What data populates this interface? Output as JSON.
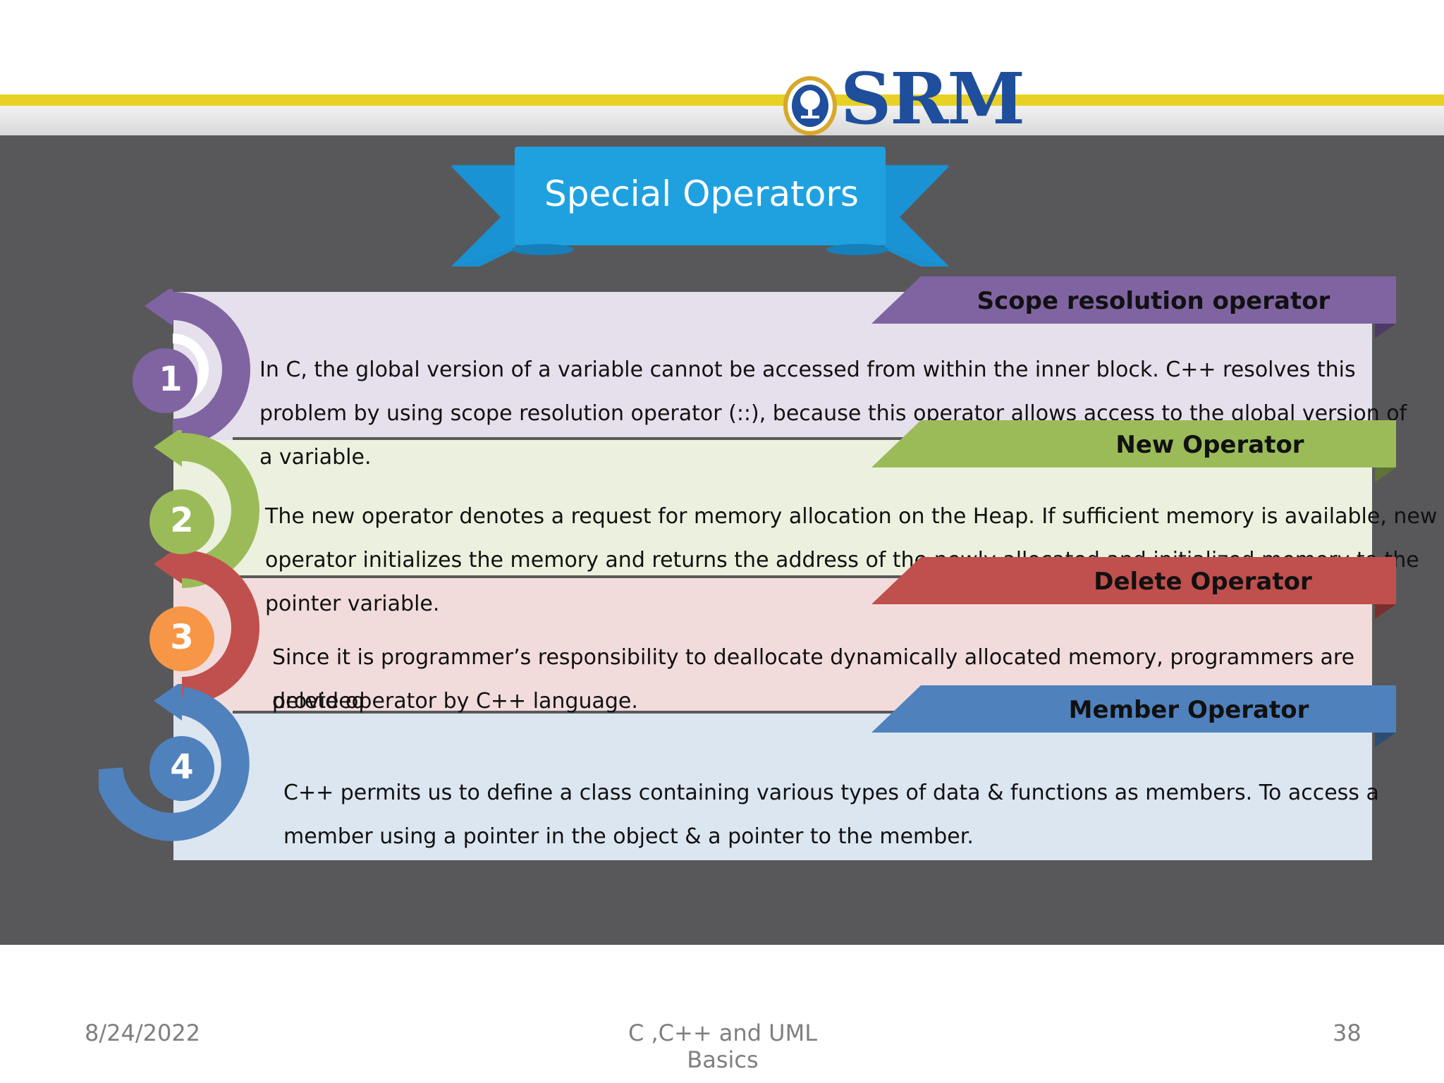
{
  "logo": {
    "text": "SRM"
  },
  "slide": {
    "title": "Special Operators"
  },
  "items": [
    {
      "number": "1",
      "heading": "Scope resolution operator",
      "lines": [
        "In C, the global version of a variable cannot be accessed from within the inner block. C++ resolves this",
        "problem by using scope resolution operator (::), because this operator allows access to the global version of",
        "a variable."
      ]
    },
    {
      "number": "2",
      "heading": "New Operator",
      "lines": [
        "The new operator denotes a request for memory allocation on the Heap. If sufficient memory is available, new",
        "operator initializes the memory and returns the address of the newly allocated and initialized memory to the",
        "pointer variable."
      ]
    },
    {
      "number": "3",
      "heading": "Delete Operator",
      "lines": [
        "Since it is programmer’s responsibility to deallocate dynamically allocated memory, programmers are provided",
        "delete operator by C++ language."
      ]
    },
    {
      "number": "4",
      "heading": "Member Operator",
      "lines": [
        "C++ permits us to define a class containing various types of data & functions as members. To access a",
        "member using a pointer in the object & a pointer to the member."
      ]
    }
  ],
  "footer": {
    "date": "8/24/2022",
    "title": "C ,C++ and UML Basics",
    "page": "38"
  },
  "colors": {
    "purple": "#8064a2",
    "green": "#9bbb59",
    "red": "#c0504d",
    "blue": "#4f81bd",
    "orange": "#f79646",
    "banner": "#1fa1e0",
    "stripe": "#e7d125"
  }
}
